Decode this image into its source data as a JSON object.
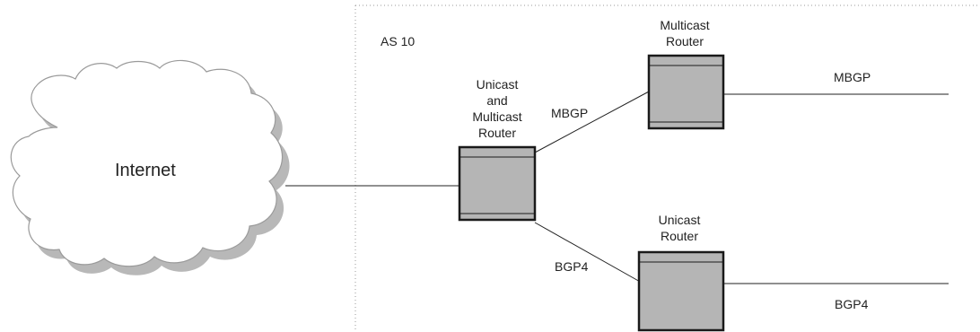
{
  "diagram": {
    "as_label": "AS 10",
    "internet_label": "Internet",
    "routers": {
      "core": {
        "line1": "Unicast",
        "line2": "and",
        "line3": "Multicast",
        "line4": "Router"
      },
      "multicast": {
        "line1": "Multicast",
        "line2": "Router"
      },
      "unicast": {
        "line1": "Unicast",
        "line2": "Router"
      }
    },
    "links": {
      "core_to_multicast": "MBGP",
      "core_to_unicast": "BGP4",
      "multicast_out": "MBGP",
      "unicast_out": "BGP4"
    },
    "colors": {
      "router_fill": "#b5b5b5",
      "router_border": "#1a1a1a",
      "cloud_fill": "#ffffff",
      "cloud_shadow": "#b8b8b8",
      "cloud_border": "#9a9a9a",
      "line": "#222222",
      "as_boundary": "#999999"
    }
  }
}
